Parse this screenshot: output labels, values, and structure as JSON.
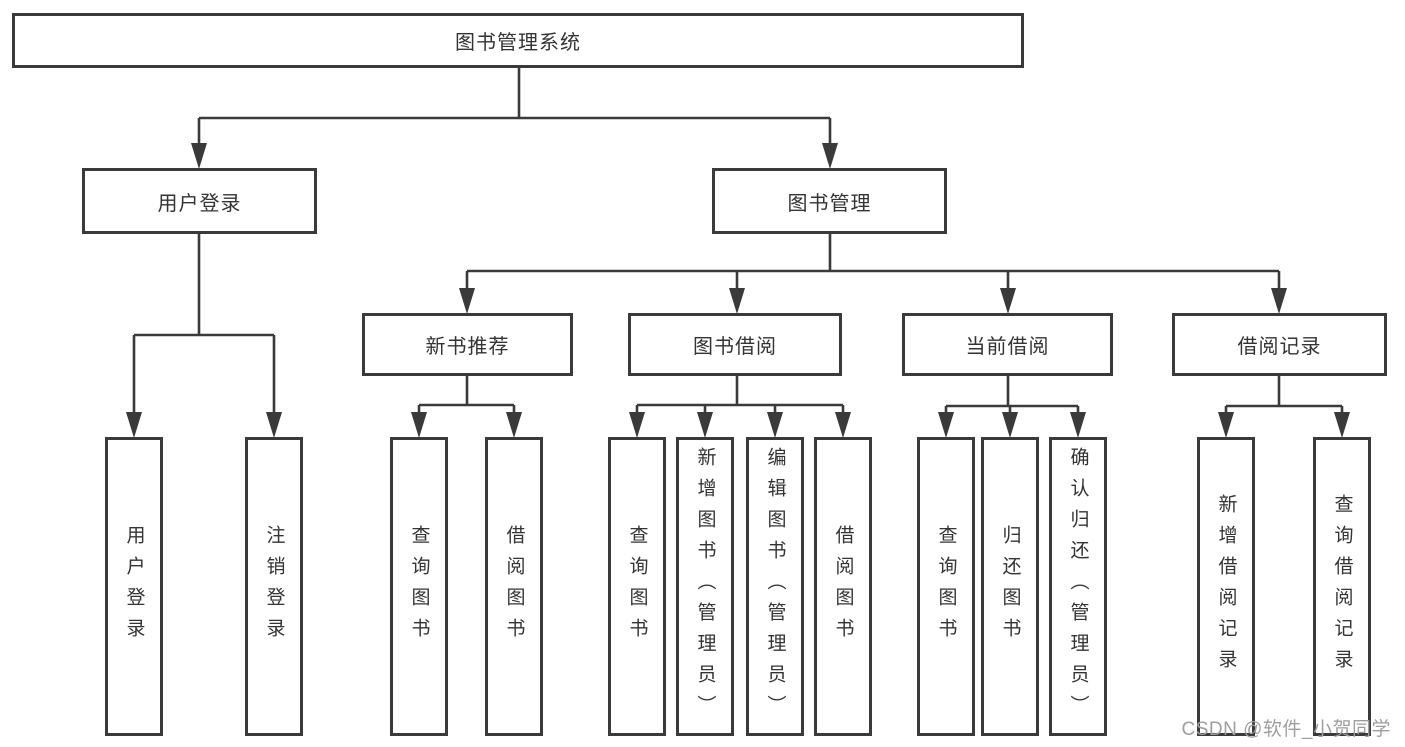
{
  "diagram": {
    "root": {
      "label": "图书管理系统"
    },
    "branches": [
      {
        "label": "用户登录",
        "children": [
          "用户登录",
          "注销登录"
        ]
      },
      {
        "label": "图书管理",
        "groups": [
          {
            "label": "新书推荐",
            "children": [
              "查询图书",
              "借阅图书"
            ]
          },
          {
            "label": "图书借阅",
            "children": [
              "查询图书",
              "新增图书（管理员）",
              "编辑图书（管理员）",
              "借阅图书"
            ]
          },
          {
            "label": "当前借阅",
            "children": [
              "查询图书",
              "归还图书",
              "确认归还（管理员）"
            ]
          },
          {
            "label": "借阅记录",
            "children": [
              "新增借阅记录",
              "查询借阅记录"
            ]
          }
        ]
      }
    ],
    "watermark": "CSDN @软件_小贺同学",
    "colors": {
      "line": "#3a3a3a",
      "text": "#333333",
      "watermark": "#9e9e9e",
      "background": "#ffffff"
    }
  }
}
